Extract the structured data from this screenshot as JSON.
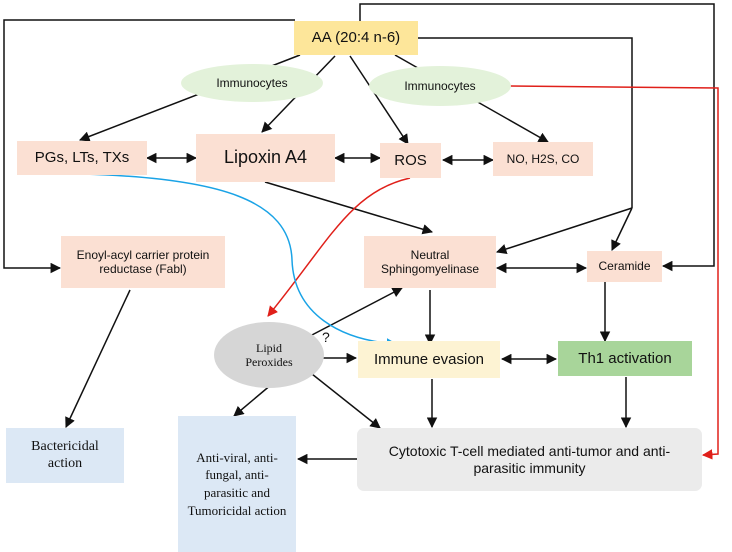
{
  "nodes": {
    "aa": "AA (20:4 n-6)",
    "immunocytes_left": "Immunocytes",
    "immunocytes_right": "Immunocytes",
    "pgs": "PGs, LTs, TXs",
    "lipoxin": "Lipoxin A4",
    "ros": "ROS",
    "no": "NO, H2S, CO",
    "fabl": "Enoyl-acyl carrier protein reductase (Fabl)",
    "nsmase": "Neutral Sphingomyelinase",
    "ceramide": "Ceramide",
    "lipid": "Lipid Peroxides",
    "immune": "Immune evasion",
    "th1": "Th1 activation",
    "bactericidal": "Bactericidal action",
    "antiviral": "Anti-viral, anti-fungal, anti-parasitic and Tumoricidal action",
    "cytotoxic": "Cytotoxic T-cell mediated anti-tumor and anti-parasitic immunity",
    "question": "?"
  },
  "colors": {
    "peach": "#fbe0d3",
    "yellow": "#fde69a",
    "cream": "#fdf3d3",
    "green": "#a8d59a",
    "blue": "#dce8f5",
    "grey_box": "#ebebeb",
    "ellipse_green": "#e3f2da",
    "ellipse_grey": "#d6d6d6",
    "arrow_black": "#111111",
    "arrow_red": "#e0201a",
    "arrow_blue": "#1aa3e6"
  }
}
